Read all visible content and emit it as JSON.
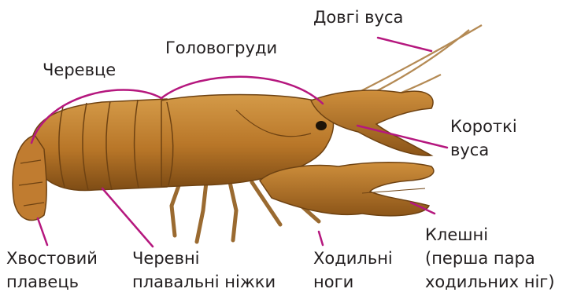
{
  "labels": {
    "long_antennae": "Довгі вуса",
    "cephalothorax": "Головогруди",
    "abdomen": "Черевце",
    "short_antennae_line1": "Короткі",
    "short_antennae_line2": "вуса",
    "claws": "Клешні",
    "claws_note_line1": "(перша пара",
    "claws_note_line2": "ходильних ніг)",
    "tail_fin_line1": "Хвостовий",
    "tail_fin_line2": "плавець",
    "swimmerets_line1": "Черевні",
    "swimmerets_line2": "плавальні ніжки",
    "walking_legs_line1": "Ходильні",
    "walking_legs_line2": "ноги"
  },
  "colors": {
    "pointer": "#b5177e",
    "text": "#231f20",
    "shell_light": "#c98a3a",
    "shell_dark": "#8a5418",
    "shell_mid": "#b0702a"
  }
}
